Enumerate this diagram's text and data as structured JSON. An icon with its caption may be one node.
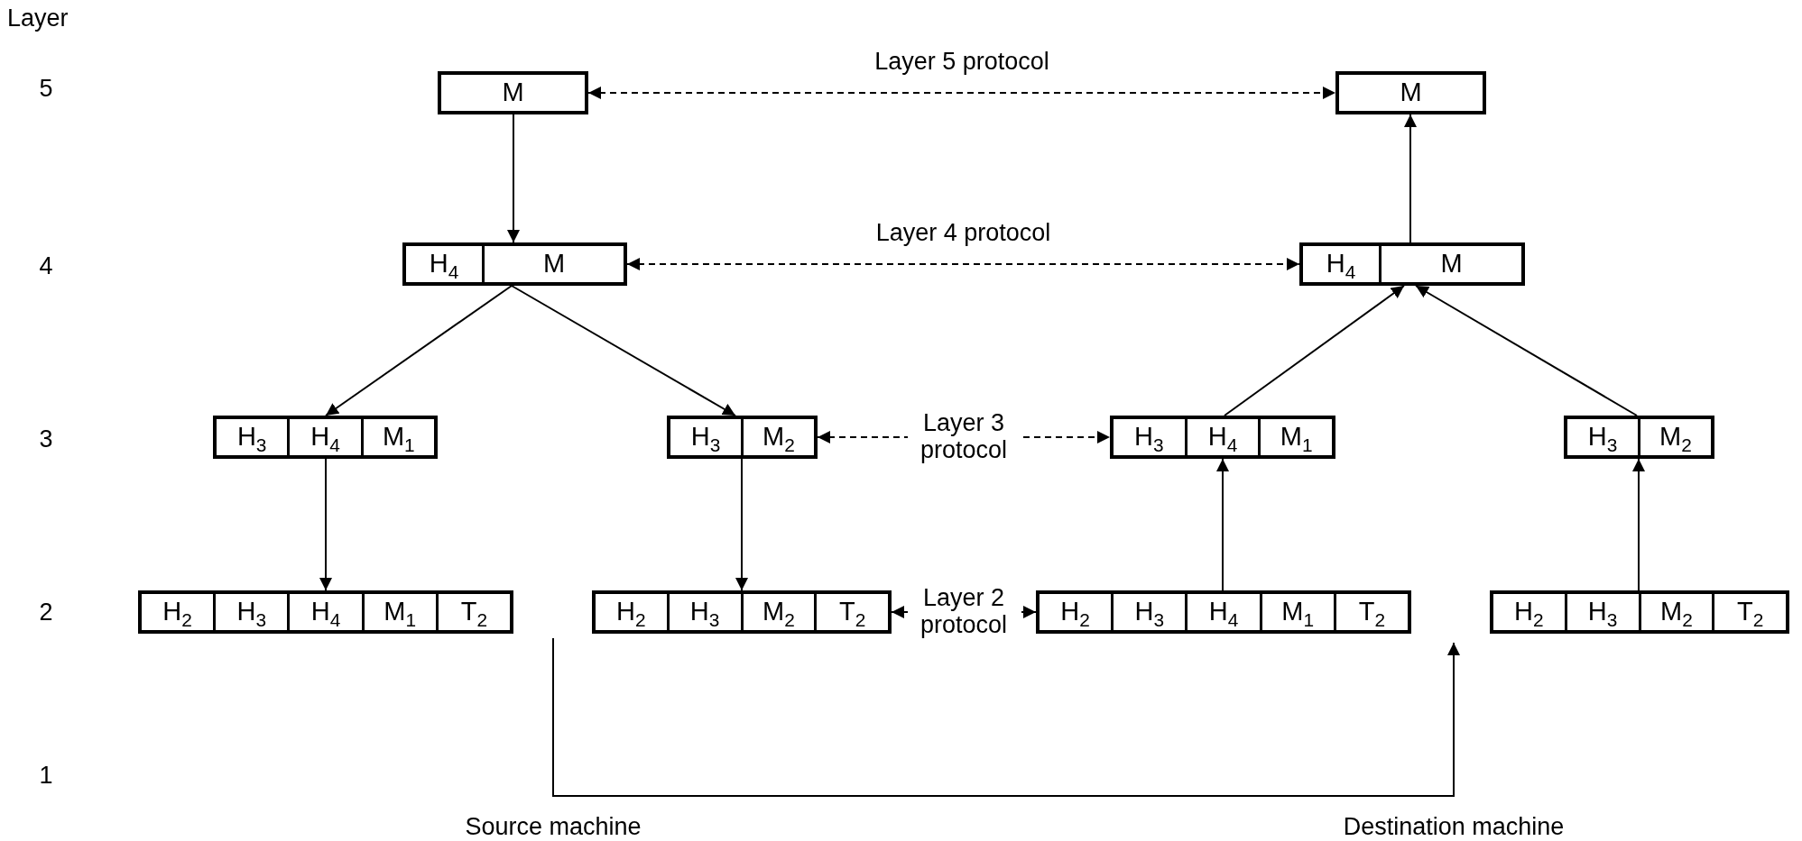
{
  "diagram": {
    "nodes": [
      {
        "text": [
          "M"
        ]
      },
      {
        "text": [
          "M"
        ]
      },
      {
        "text": [],
        "shape": "box"
      },
      {
        "text": [
          "H$_{4}$"
        ],
        "in": 2
      },
      {
        "text": [
          "M"
        ],
        "in": 2
      },
      {
        "text": [],
        "shape": "box"
      },
      {
        "text": [
          "H$_{4}$"
        ],
        "in": 5
      },
      {
        "text": [
          "M"
        ],
        "in": 5
      },
      {
        "text": [],
        "shape": "box"
      },
      {
        "text": [
          "H$_{3}$"
        ],
        "in": 8
      },
      {
        "text": [
          "H$_{4}$"
        ],
        "in": 8
      },
      {
        "text": [
          "M$_{1}$"
        ],
        "in": 8
      },
      {
        "text": [],
        "shape": "box"
      },
      {
        "text": [
          "H$_{3}$"
        ],
        "in": 12
      },
      {
        "text": [
          "M$_{2}$"
        ],
        "in": 12
      },
      {
        "text": [],
        "shape": "box"
      },
      {
        "text": [
          "H$_{3}$"
        ],
        "in": 15
      },
      {
        "text": [
          "H$_{4}$"
        ],
        "in": 15
      },
      {
        "text": [
          "M$_{1}$"
        ],
        "in": 15
      },
      {
        "text": [],
        "shape": "box"
      },
      {
        "text": [
          "H$_{3}$"
        ],
        "in": 19
      },
      {
        "text": [
          "M$_{2}$"
        ],
        "in": 19
      },
      {
        "text": [],
        "shape": "box"
      },
      {
        "text": [
          "H$_{2}$"
        ],
        "in": 22
      },
      {
        "text": [
          "H$_{3}$"
        ],
        "in": 22
      },
      {
        "text": [
          "H$_{4}$"
        ],
        "in": 22
      },
      {
        "text": [
          "M$_{1}$"
        ],
        "in": 22
      },
      {
        "text": [
          "T$_{2}$"
        ],
        "in": 22
      },
      {
        "text": [],
        "shape": "box"
      },
      {
        "text": [
          "H$_{2}$"
        ],
        "in": 28
      },
      {
        "text": [
          "H$_{3}$"
        ],
        "in": 28
      },
      {
        "text": [
          "M$_{2}$"
        ],
        "in": 28
      },
      {
        "text": [
          "T$_{2}$"
        ],
        "in": 28
      },
      {
        "text": [],
        "shape": "box"
      },
      {
        "text": [
          "H$_{2}$"
        ],
        "in": 33
      },
      {
        "text": [
          "H$_{3}$"
        ],
        "in": 33
      },
      {
        "text": [
          "H$_{4}$"
        ],
        "in": 33
      },
      {
        "text": [
          "M$_{1}$"
        ],
        "in": 33
      },
      {
        "text": [
          "T$_{2}$"
        ],
        "in": 33
      },
      {
        "text": [],
        "shape": "box"
      },
      {
        "text": [
          "H$_{2}$"
        ],
        "in": 39
      },
      {
        "text": [
          "H$_{3}$"
        ],
        "in": 39
      },
      {
        "text": [
          "M$_{2}$"
        ],
        "in": 39
      },
      {
        "text": [
          "T$_{2}$"
        ],
        "in": 39
      }
    ],
    "edges": [
      {
        "from": 0,
        "to": 2,
        "arrow": "to"
      },
      {
        "from": 0,
        "to": 1,
        "arrow": "both",
        "label": "Layer 5 protocol",
        "style": "dashed"
      },
      {
        "from": 5,
        "to": 1,
        "arrow": "to"
      },
      {
        "from": 2,
        "to": 5,
        "arrow": "both",
        "label": "Layer 4 protocol",
        "style": "dashed"
      },
      {
        "from": 2,
        "to": 8,
        "arrow": "to"
      },
      {
        "from": 2,
        "to": 12,
        "arrow": "to"
      },
      {
        "from": 12,
        "to": 15,
        "arrow": "both",
        "label": "Layer 3 protocol",
        "style": "dashed"
      },
      {
        "from": 15,
        "to": 5,
        "arrow": "to"
      },
      {
        "from": 19,
        "to": 5,
        "arrow": "to"
      },
      {
        "from": 8,
        "to": 22,
        "arrow": "to"
      },
      {
        "from": 12,
        "to": 28,
        "arrow": "to"
      },
      {
        "from": 28,
        "to": 33,
        "arrow": "both",
        "label": "Layer 2 protocol",
        "style": "dashed"
      },
      {
        "from": 33,
        "to": 15,
        "arrow": "to"
      },
      {
        "from": 39,
        "to": 19,
        "arrow": "to"
      }
    ],
    "labels": [
      "Layer",
      "5",
      "4",
      "3",
      "2",
      "1",
      "Source machine",
      "Destination machine"
    ]
  }
}
